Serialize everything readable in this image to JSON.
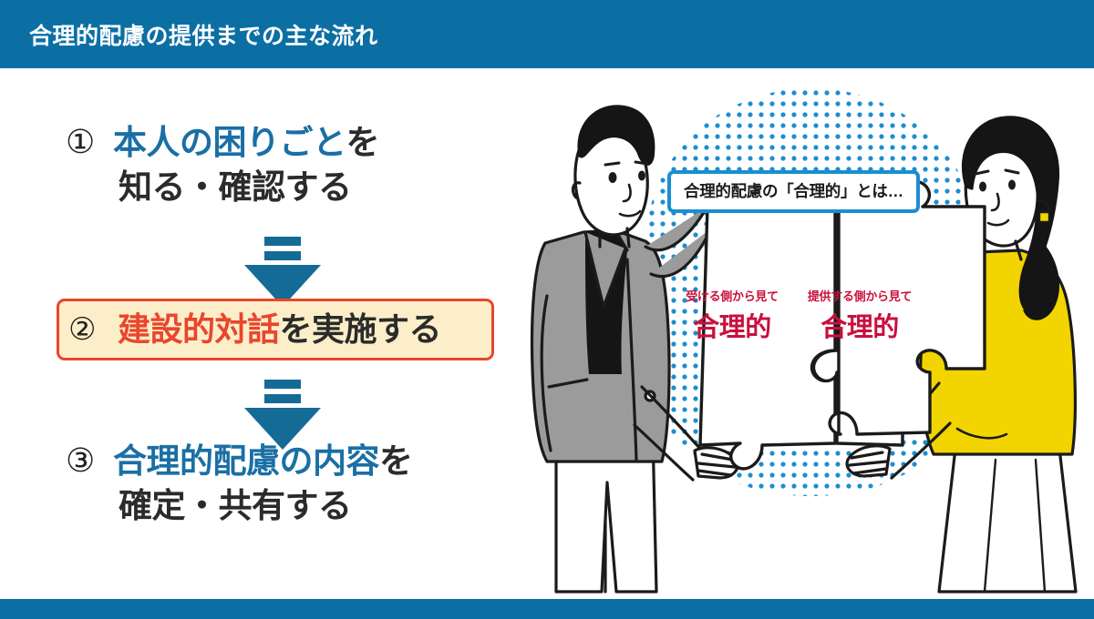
{
  "header": {
    "title": "合理的配慮の提供までの主な流れ",
    "bar_color": "#0b6fa4"
  },
  "footer": {
    "bar_color": "#0b6fa4"
  },
  "flow": {
    "arrow_color": "#146b96",
    "steps": [
      {
        "number": "①",
        "line1_highlight": "本人の困りごと",
        "line1_rest": "を",
        "line2": "知る・確認する",
        "highlight_color": "#1a6fa5",
        "boxed": false
      },
      {
        "number": "②",
        "line1_highlight": "建設的対話",
        "line1_rest": "を実施する",
        "line2": "",
        "highlight_color": "#e8462d",
        "boxed": true,
        "box_fill": "#fbeec9",
        "box_border": "#e8462d"
      },
      {
        "number": "③",
        "line1_highlight": "合理的配慮の内容",
        "line1_rest": "を",
        "line2": "確定・共有する",
        "highlight_color": "#1a6fa5",
        "boxed": false
      }
    ]
  },
  "illustration": {
    "callout_text": "合理的配慮の「合理的」とは…",
    "callout_border_color": "#1a8ed1",
    "dot_color": "#1a8ed1",
    "puzzle_left": {
      "caption": "受ける側から見て",
      "word": "合理的"
    },
    "puzzle_right": {
      "caption": "提供する側から見て",
      "word": "合理的"
    },
    "label_color": "#c8103c",
    "person_left": {
      "name": "man-in-gray-blazer",
      "jacket_color": "#9b9b9b",
      "shirt_color": "#111111",
      "pants_color": "#ffffff"
    },
    "person_right": {
      "name": "woman-in-yellow-sweater",
      "sweater_color": "#f2d500",
      "hair_color": "#111111",
      "skirt_color": "#ffffff"
    }
  }
}
